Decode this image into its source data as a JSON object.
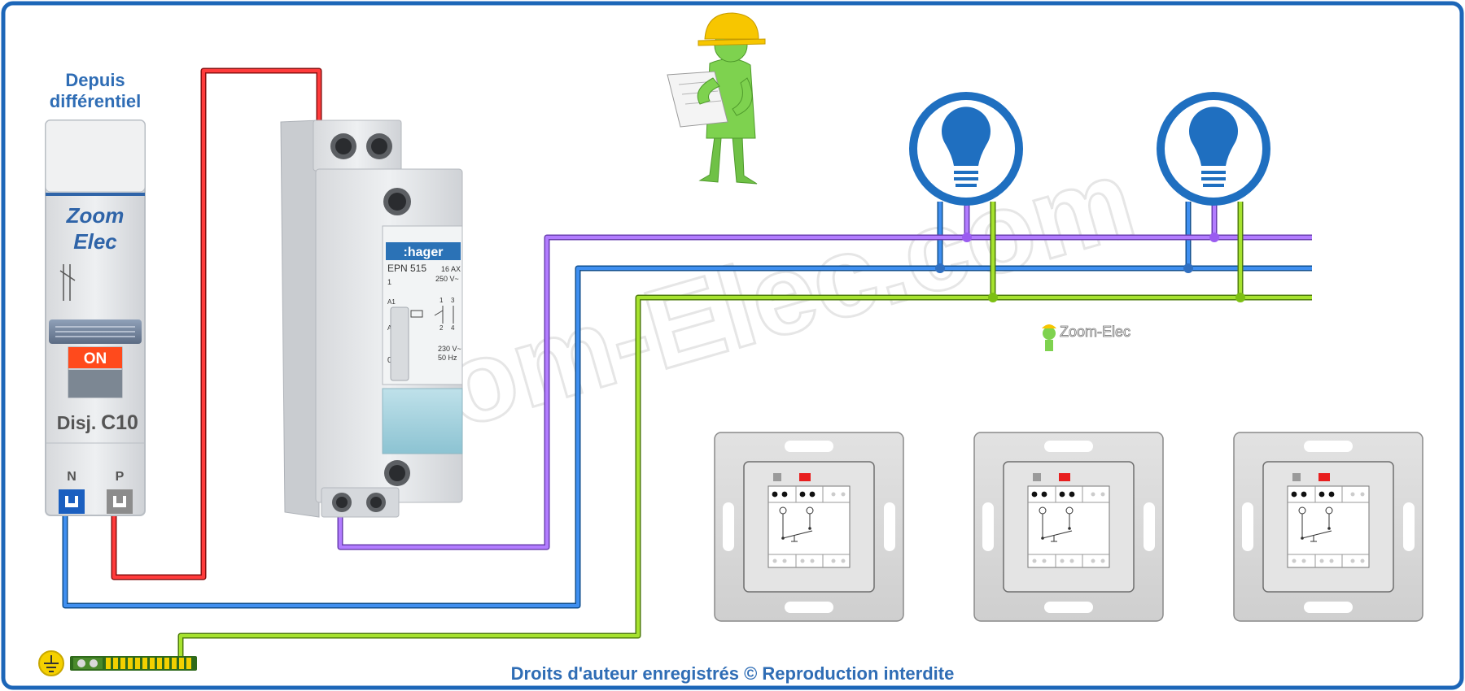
{
  "source_label": {
    "line1": "Depuis",
    "line2": "différentiel"
  },
  "breaker": {
    "brand_line1": "Zoom",
    "brand_line2": "Elec",
    "state": "ON",
    "model_prefix": "Disj.",
    "model_rating": "C10",
    "terminal_n": "N",
    "terminal_p": "P"
  },
  "relay": {
    "brand": ":hager",
    "model": "EPN 515",
    "rating": "16 AX",
    "voltage_contact": "250 V~",
    "voltage_coil": "230 V~",
    "frequency": "50 Hz",
    "marks": [
      "1",
      "A1",
      "A2",
      "0",
      "1",
      "3",
      "2",
      "4"
    ]
  },
  "logo_text": "Zoom-Elec",
  "watermark": "Zoom-Elec.com",
  "footer": "Droits d'auteur enregistrés © Reproduction interdite",
  "colors": {
    "phase": "#e8202a",
    "neutral": "#2f7fd8",
    "switched_return": "#a86cf0",
    "earth": "#8ed11f",
    "frame": "#1c66b8",
    "label_blue": "#2f6db5",
    "lamp_blue": "#1f6fc0",
    "worker_green": "#7ed24f",
    "helmet_yellow": "#f7c600"
  },
  "icons": [
    "lamp-icon",
    "earth-icon",
    "worker-icon",
    "push-button-icon"
  ]
}
